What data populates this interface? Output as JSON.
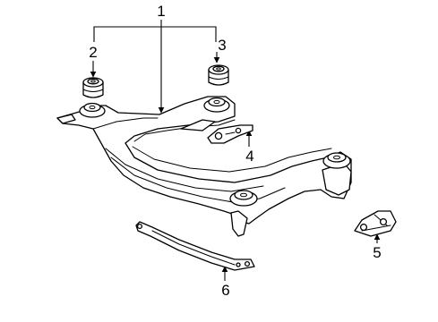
{
  "diagram": {
    "callouts": [
      {
        "id": "1"
      },
      {
        "id": "2"
      },
      {
        "id": "3"
      },
      {
        "id": "4"
      },
      {
        "id": "5"
      },
      {
        "id": "6"
      }
    ]
  },
  "colors": {
    "line": "#000000",
    "background": "#ffffff"
  }
}
